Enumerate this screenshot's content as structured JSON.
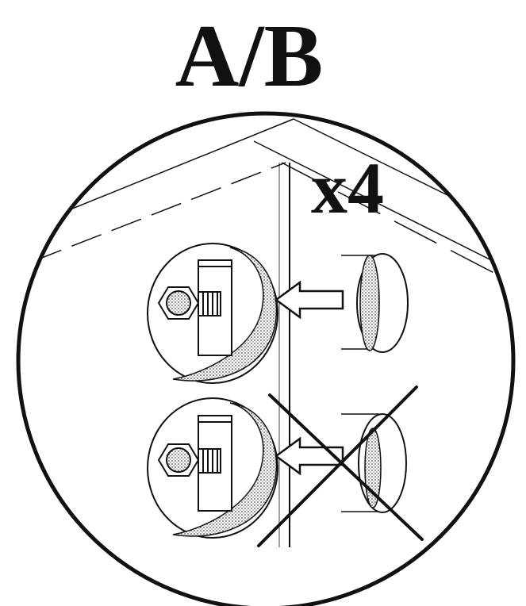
{
  "diagram": {
    "title": "A/B",
    "quantity": "x4",
    "steps": [
      {
        "id": "correct-install",
        "status": "correct"
      },
      {
        "id": "incorrect-install",
        "status": "incorrect"
      }
    ],
    "colors": {
      "ink": "#111111",
      "paper": "#ffffff",
      "shading": "#2b2b2b"
    }
  }
}
